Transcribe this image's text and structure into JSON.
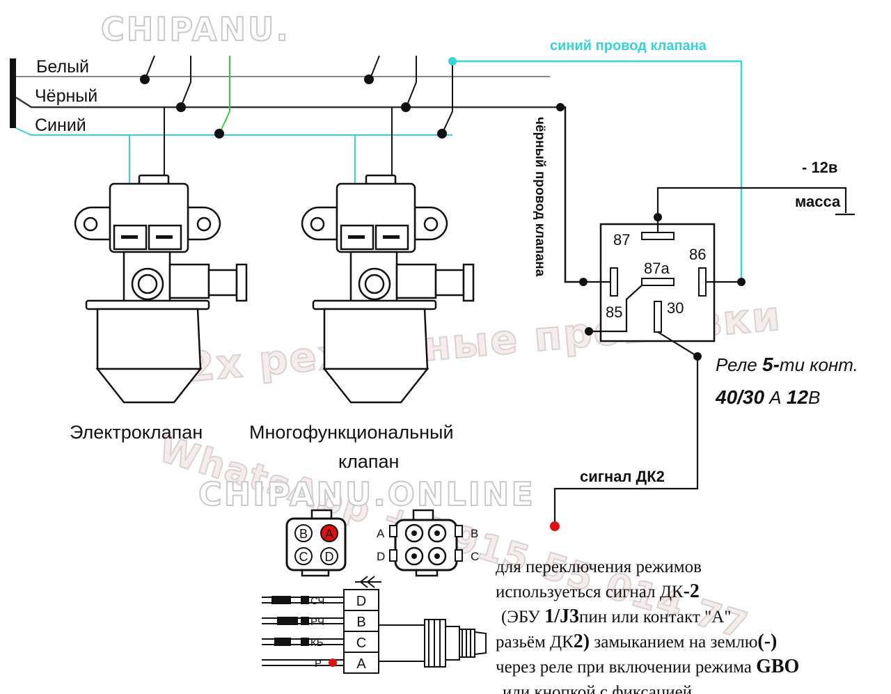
{
  "watermarks": {
    "top": "CHIPANU.",
    "bottom": "CHIPANU.ONLINE",
    "diagonal_1": "2х режимные прошивки",
    "diagonal_2": "WhatsApp +7 915 55 014 77"
  },
  "wires": {
    "white": "Белый",
    "black": "Чёрный",
    "blue": "Синий",
    "blue_valve_wire": "синий провод клапана",
    "black_valve_wire": "чёрный провод клапана"
  },
  "valves": {
    "valve_1": "Электроклапан",
    "valve_2_line1": "Многофункциональный",
    "valve_2_line2": "клапан"
  },
  "relay": {
    "pin_87": "87",
    "pin_87a": "87a",
    "pin_86": "86",
    "pin_85": "85",
    "pin_30": "30",
    "minus_12v": "- 12в",
    "ground": "масса",
    "title_part1": "Реле ",
    "title_bold": "5-",
    "title_part2": "ти конт.",
    "spec_a": "40/30",
    "spec_b": " А ",
    "spec_c": "12",
    "spec_d": "В"
  },
  "signal": {
    "label": "сигнал ДК2"
  },
  "connectors": {
    "left": {
      "a": "A",
      "b": "B",
      "c": "C",
      "d": "D"
    },
    "right": {
      "a": "A",
      "b": "B",
      "c": "C",
      "d": "D"
    }
  },
  "sensor": {
    "wires": [
      "СЧ",
      "РЧ",
      "КБ",
      "Р"
    ],
    "pins": [
      "D",
      "B",
      "C",
      "A"
    ]
  },
  "note": {
    "line1": "для переключения режимов",
    "line2a": "используеться сигнал ДК",
    "line2b": "-2",
    "line3a": "(ЭБУ ",
    "line3b": "1/J3",
    "line3c": "пин или контакт \"А\"",
    "line4a": "разьём ДК",
    "line4b": "2)",
    "line4c": " замыканием на землю",
    "line4d": "(-)",
    "line5a": "через реле при включении режима ",
    "line5b": "GBO",
    "line6": "или кнопкой с фиксацией."
  },
  "colors": {
    "blue_wire": "#35d4d8",
    "green_wire": "#3ac93a",
    "signal_dot": "#e01010",
    "pin_a_highlight": "#e01010"
  }
}
